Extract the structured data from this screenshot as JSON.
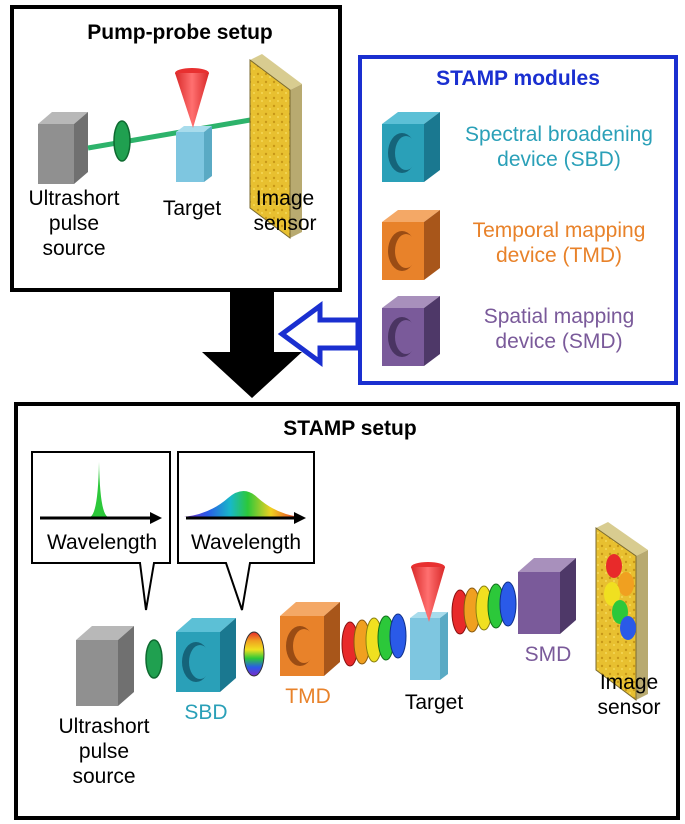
{
  "pump_probe": {
    "title": "Pump-probe setup",
    "source_label": "Ultrashort\npulse\nsource",
    "target_label": "Target",
    "sensor_label": "Image\nsensor"
  },
  "modules": {
    "title": "STAMP modules",
    "sbd": "Spectral broadening\ndevice (SBD)",
    "tmd": "Temporal mapping\ndevice (TMD)",
    "smd": "Spatial mapping\ndevice (SMD)"
  },
  "stamp": {
    "title": "STAMP setup",
    "inset1_axis": "Wavelength",
    "inset2_axis": "Wavelength",
    "source_label": "Ultrashort\npulse\nsource",
    "sbd_label": "SBD",
    "tmd_label": "TMD",
    "target_label": "Target",
    "smd_label": "SMD",
    "sensor_label": "Image\nsensor"
  },
  "colors": {
    "sbd": "#2aa0b8",
    "tmd": "#e8822a",
    "smd": "#7a5a9a",
    "modules_title": "#1a2fd0",
    "modules_border": "#1a2fd0",
    "beam": "#2db36b"
  }
}
